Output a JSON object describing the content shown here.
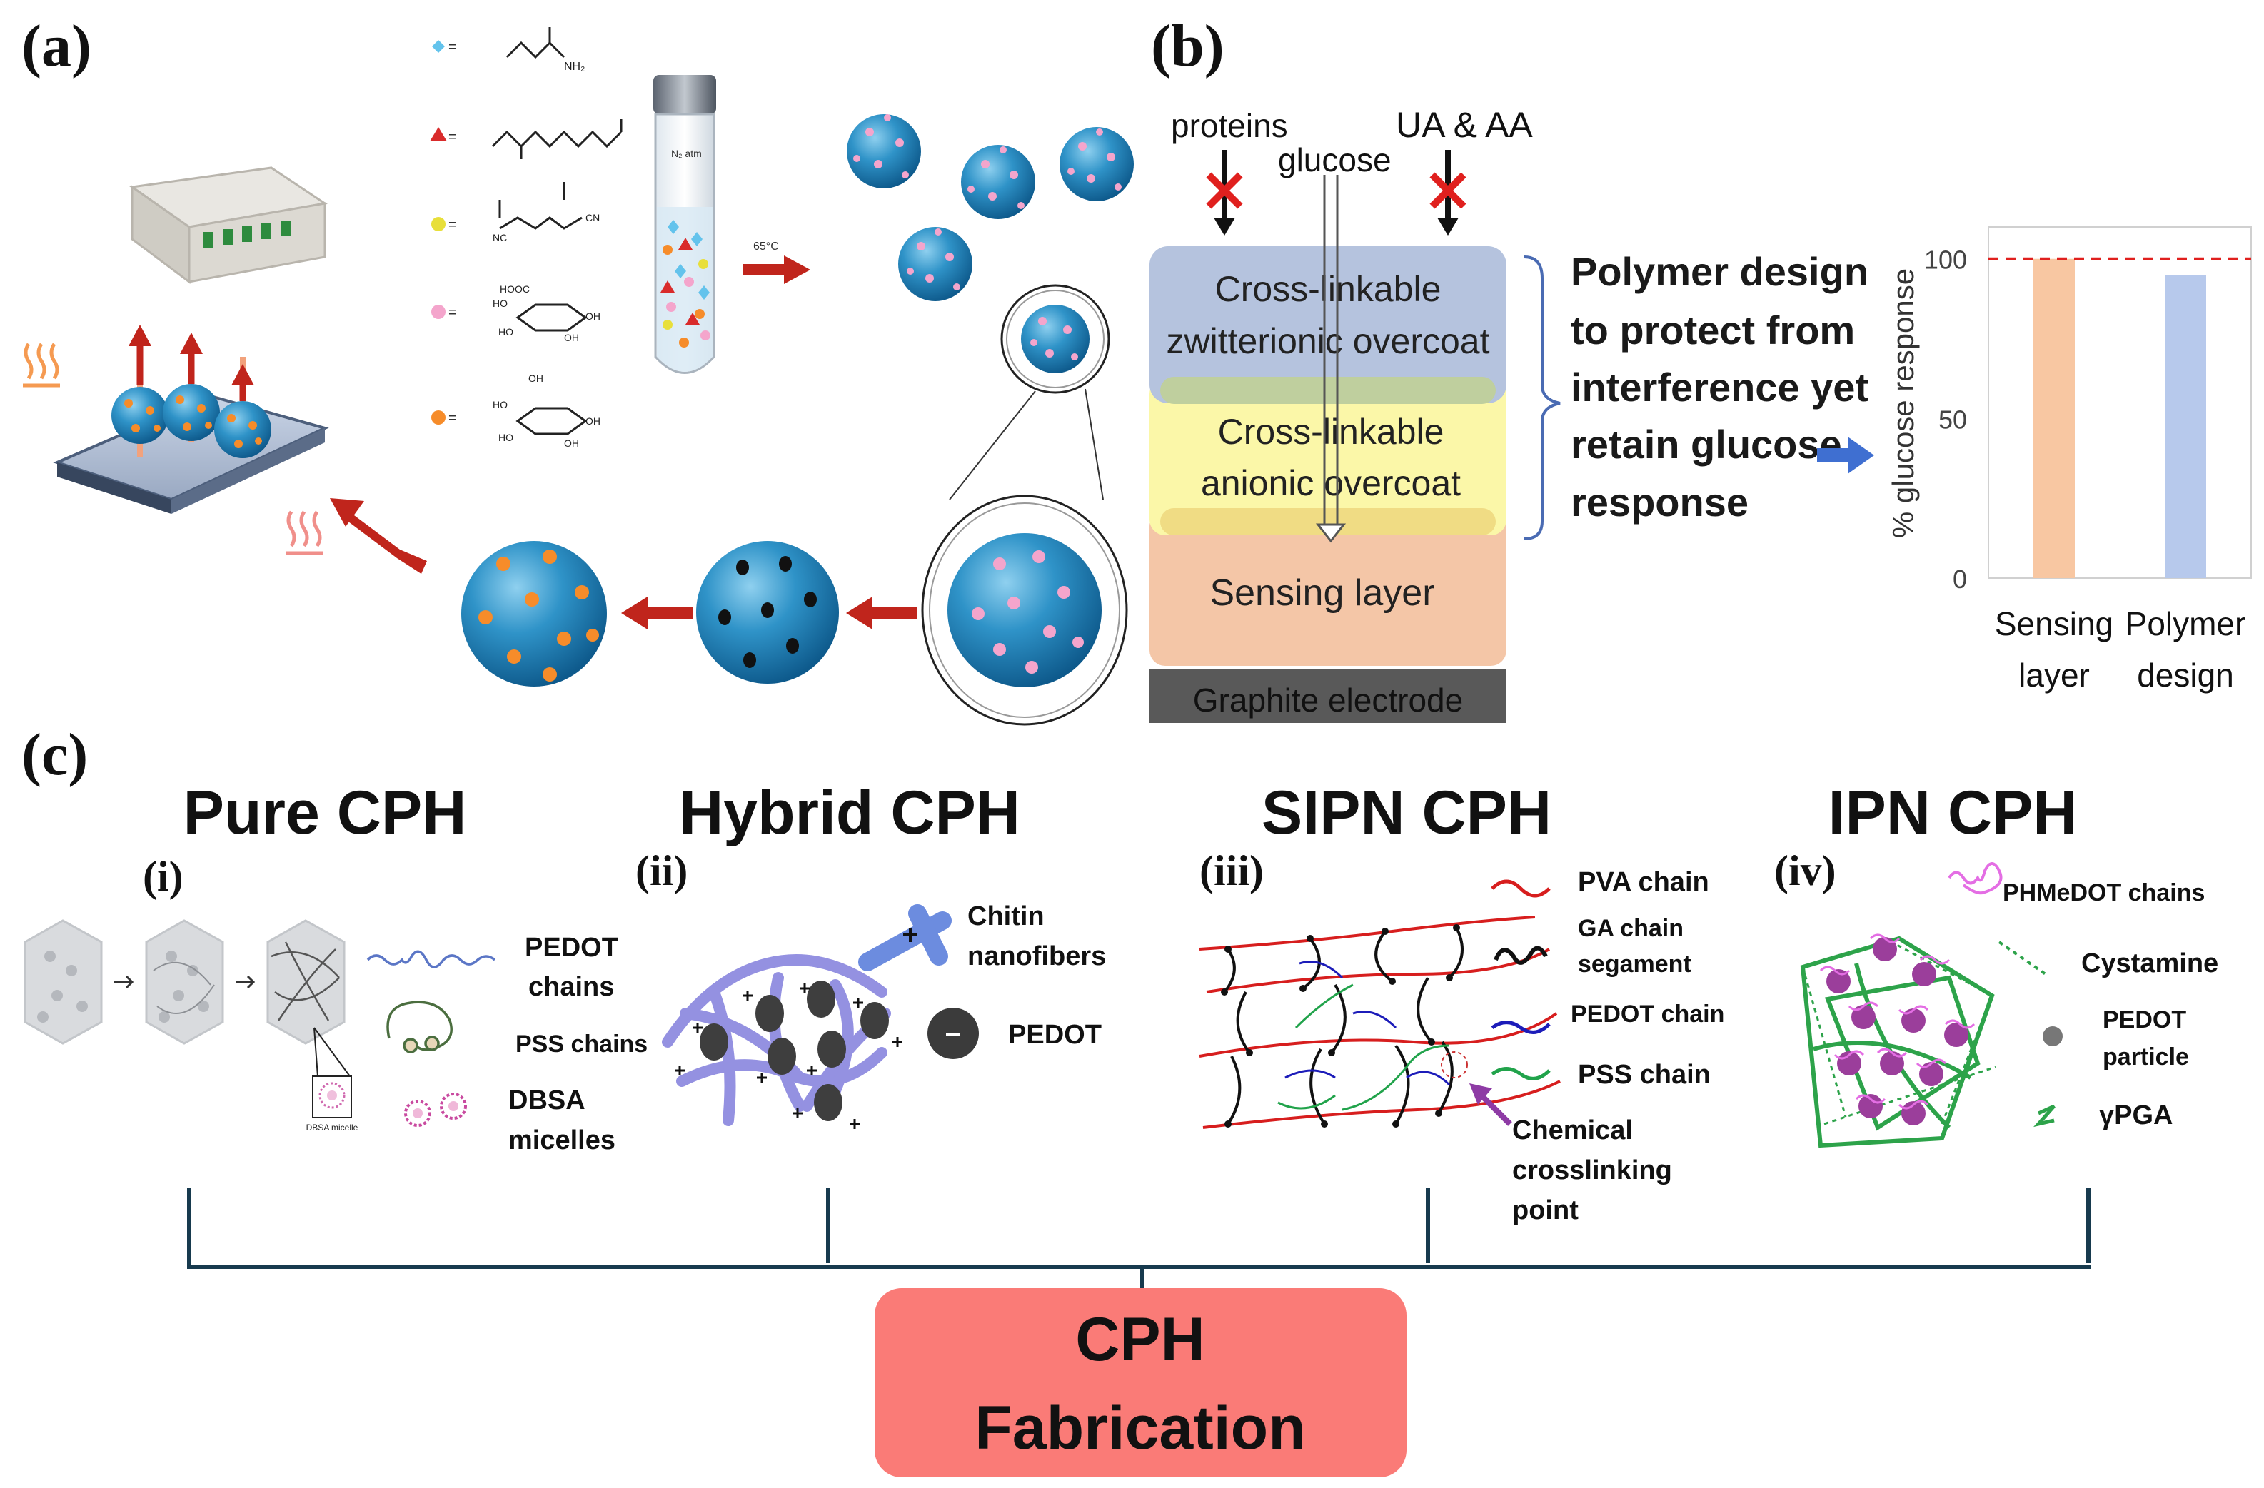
{
  "panels": {
    "a": {
      "label": "(a)",
      "vial_label": "N₂ atm",
      "temp_label": "65°C"
    },
    "b": {
      "label": "(b)",
      "top_labels": {
        "proteins": "proteins",
        "glucose": "glucose",
        "ua_aa": "UA & AA"
      },
      "layers": {
        "zwitterionic_line1": "Cross-linkable",
        "zwitterionic_line2": "zwitterionic overcoat",
        "anionic_line1": "Cross-linkable",
        "anionic_line2": "anionic overcoat",
        "sensing": "Sensing layer",
        "electrode": "Graphite electrode"
      },
      "design_text": [
        "Polymer design",
        "to protect from",
        "interference yet",
        "retain glucose",
        "response"
      ],
      "colors": {
        "zwitterionic": "#b5c3de",
        "anionic": "#fbf7a8",
        "sensing": "#f4c6a7",
        "electrode": "#595959",
        "bar_sensing": "#f8c7a2",
        "bar_polymer": "#b7c9ec",
        "reference_line": "#e0201e"
      }
    },
    "c": {
      "label": "(c)",
      "sections": [
        {
          "title": "Pure CPH",
          "roman": "(i)",
          "legend": [
            "PEDOT",
            "chains",
            "PSS chains",
            "DBSA",
            "micelles"
          ],
          "micelle_caption": "DBSA micelle"
        },
        {
          "title": "Hybrid CPH",
          "roman": "(ii)",
          "legend": [
            "Chitin",
            "nanofibers",
            "PEDOT"
          ]
        },
        {
          "title": "SIPN CPH",
          "roman": "(iii)",
          "legend": [
            "PVA chain",
            "GA chain",
            "segament",
            "PEDOT chain",
            "PSS chain",
            "Chemical",
            "crosslinking",
            "point"
          ]
        },
        {
          "title": "IPN CPH",
          "roman": "(iv)",
          "legend": [
            "PHMeDOT chains",
            "Cystamine",
            "PEDOT",
            "particle",
            "γPGA"
          ]
        }
      ],
      "center_box": {
        "line1": "CPH",
        "line2": "Fabrication",
        "color": "#fa7b77"
      },
      "bracket_color": "#173a4e"
    }
  },
  "chart_data": {
    "type": "bar",
    "categories": [
      "Sensing layer",
      "Polymer design"
    ],
    "category_lines": [
      [
        "Sensing",
        "layer"
      ],
      [
        "Polymer",
        "design"
      ]
    ],
    "values": [
      100,
      95
    ],
    "reference_line": 100,
    "ylabel": "% glucose response",
    "yticks": [
      0,
      50,
      100
    ],
    "ylim": [
      0,
      110
    ],
    "bar_colors": [
      "#f8c7a2",
      "#b7c9ec"
    ]
  }
}
